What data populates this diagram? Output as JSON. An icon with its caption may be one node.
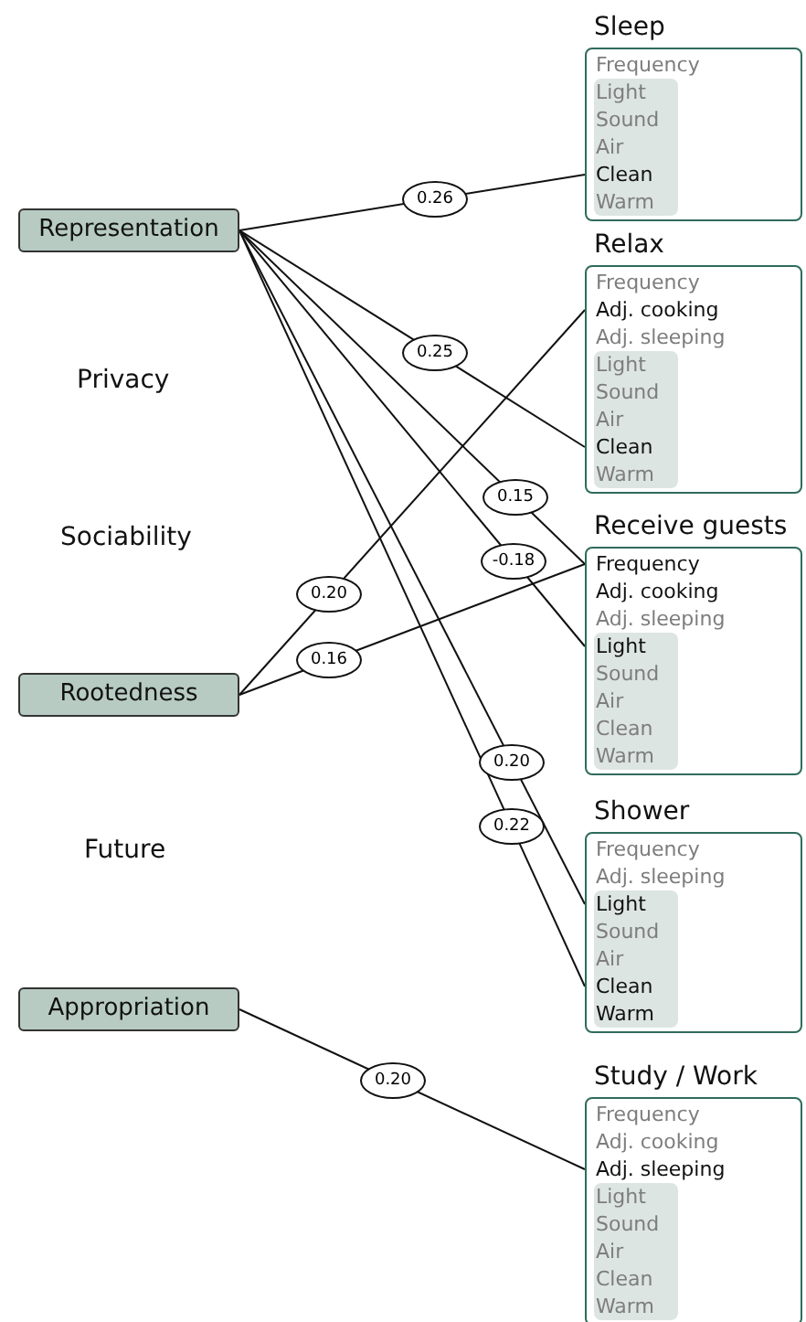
{
  "diagram": {
    "nodes": [
      {
        "text": [
          "Representation"
        ]
      },
      {
        "text": [
          "Rootedness"
        ]
      },
      {
        "text": [
          "Appropriation"
        ]
      },
      {
        "text": [
          "Sleep"
        ]
      },
      {
        "text": [
          "Frequency"
        ],
        "in": 3
      },
      {
        "text": [],
        "shape": "box",
        "in": 3
      },
      {
        "text": [
          "Light"
        ],
        "in": 5
      },
      {
        "text": [
          "Sound"
        ],
        "in": 5
      },
      {
        "text": [
          "Air"
        ],
        "in": 5
      },
      {
        "text": [
          "Clean"
        ],
        "in": 5
      },
      {
        "text": [
          "Warm"
        ],
        "in": 5
      },
      {
        "text": [
          "Relax"
        ]
      },
      {
        "text": [
          "Frequency"
        ],
        "in": 11
      },
      {
        "text": [
          "Adj. cooking"
        ],
        "in": 11
      },
      {
        "text": [
          "Adj. sleeping"
        ],
        "in": 11
      },
      {
        "text": [],
        "shape": "box",
        "in": 11
      },
      {
        "text": [
          "Light"
        ],
        "in": 15
      },
      {
        "text": [
          "Sound"
        ],
        "in": 15
      },
      {
        "text": [
          "Air"
        ],
        "in": 15
      },
      {
        "text": [
          "Clean"
        ],
        "in": 15
      },
      {
        "text": [
          "Warm"
        ],
        "in": 15
      },
      {
        "text": [
          "Receive guests"
        ]
      },
      {
        "text": [
          "Frequency"
        ],
        "in": 21
      },
      {
        "text": [
          "Adj. cooking"
        ],
        "in": 21
      },
      {
        "text": [
          "Adj. sleeping"
        ],
        "in": 21
      },
      {
        "text": [],
        "shape": "box",
        "in": 21
      },
      {
        "text": [
          "Light"
        ],
        "in": 25
      },
      {
        "text": [
          "Sound"
        ],
        "in": 25
      },
      {
        "text": [
          "Air"
        ],
        "in": 25
      },
      {
        "text": [
          "Clean"
        ],
        "in": 25
      },
      {
        "text": [
          "Warm"
        ],
        "in": 25
      },
      {
        "text": [
          "Shower"
        ]
      },
      {
        "text": [
          "Frequency"
        ],
        "in": 31
      },
      {
        "text": [
          "Adj. sleeping"
        ],
        "in": 31
      },
      {
        "text": [],
        "shape": "box",
        "in": 31
      },
      {
        "text": [
          "Light"
        ],
        "in": 34
      },
      {
        "text": [
          "Sound"
        ],
        "in": 34
      },
      {
        "text": [
          "Air"
        ],
        "in": 34
      },
      {
        "text": [
          "Clean"
        ],
        "in": 34
      },
      {
        "text": [
          "Warm"
        ],
        "in": 34
      },
      {
        "text": [
          "Study / Work"
        ]
      },
      {
        "text": [
          "Frequency"
        ],
        "in": 40
      },
      {
        "text": [
          "Adj. cooking"
        ],
        "in": 40
      },
      {
        "text": [
          "Adj. sleeping"
        ],
        "in": 40
      },
      {
        "text": [],
        "shape": "box",
        "in": 40
      },
      {
        "text": [
          "Light"
        ],
        "in": 44
      },
      {
        "text": [
          "Sound"
        ],
        "in": 44
      },
      {
        "text": [
          "Air"
        ],
        "in": 44
      },
      {
        "text": [
          "Clean"
        ],
        "in": 44
      },
      {
        "text": [
          "Warm"
        ],
        "in": 44
      }
    ],
    "edges": [
      {
        "from": 0,
        "to": 9,
        "arrow": "none",
        "label": "0.26"
      },
      {
        "from": 0,
        "to": 19,
        "arrow": "none",
        "label": "0.25"
      },
      {
        "from": 0,
        "to": 22,
        "arrow": "none",
        "label": "0.15"
      },
      {
        "from": 0,
        "to": 26,
        "arrow": "none",
        "label": "-0.18"
      },
      {
        "from": 1,
        "to": 13,
        "arrow": "none",
        "label": "0.20"
      },
      {
        "from": 1,
        "to": 22,
        "arrow": "none",
        "label": "0.16"
      },
      {
        "from": 0,
        "to": 35,
        "arrow": "none",
        "label": "0.20"
      },
      {
        "from": 0,
        "to": 38,
        "arrow": "none",
        "label": "0.22"
      },
      {
        "from": 2,
        "to": 43,
        "arrow": "none",
        "label": "0.20"
      }
    ],
    "labels": [
      "Privacy",
      "Sociability",
      "Future"
    ]
  }
}
